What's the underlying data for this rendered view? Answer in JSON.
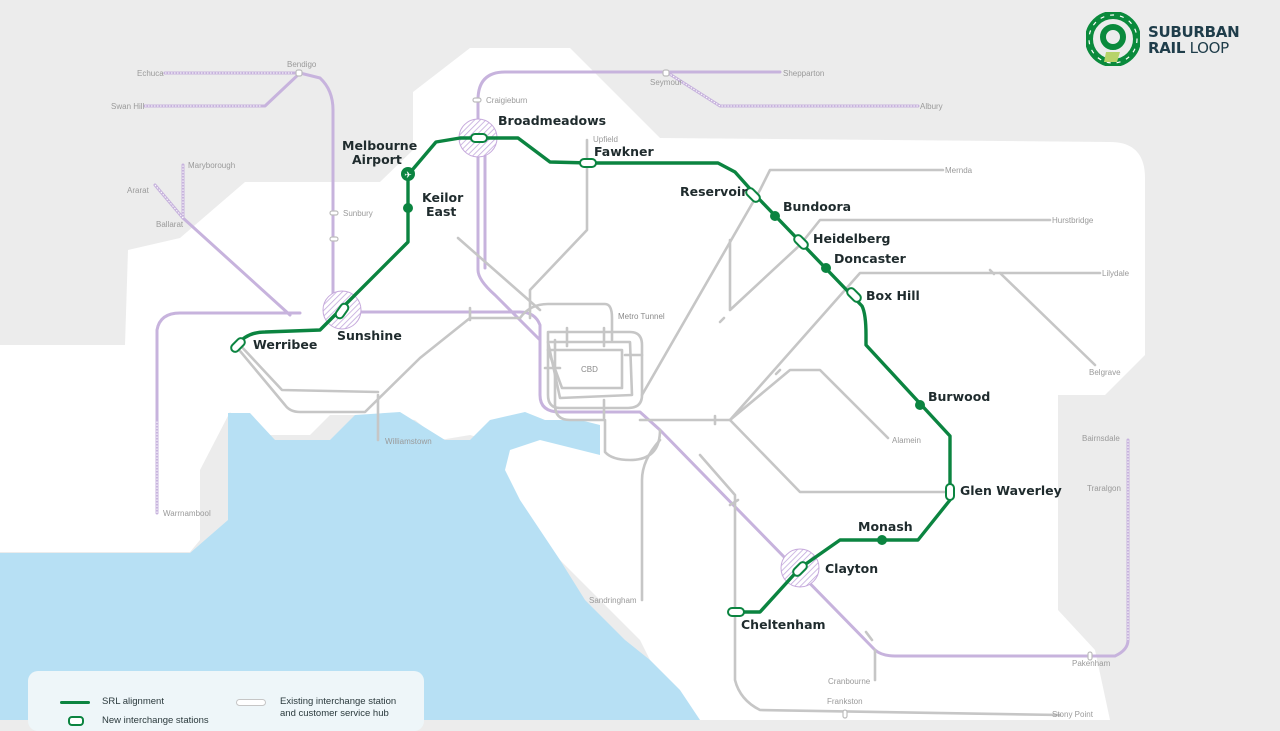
{
  "logo": {
    "line1": "SUBURBAN",
    "line2_bold": "RAIL",
    "line2_light": " LOOP",
    "icon": "srl-roundel-icon",
    "color": "#0a8a3c"
  },
  "colors": {
    "srl": "#0b8440",
    "vline": "#c7b3dd",
    "metro": "#c6c6c6",
    "water": "#b7e0f4",
    "land": "#ffffff",
    "background": "#ececec"
  },
  "cbd_label": "CBD",
  "metro_tunnel_label": "Metro Tunnel",
  "srl_stations": {
    "airport_line1": "Melbourne",
    "airport_line2": "Airport",
    "keilor_line1": "Keilor",
    "keilor_line2": "East",
    "broadmeadows": "Broadmeadows",
    "fawkner": "Fawkner",
    "reservoir": "Reservoir",
    "bundoora": "Bundoora",
    "heidelberg": "Heidelberg",
    "doncaster": "Doncaster",
    "box_hill": "Box Hill",
    "burwood": "Burwood",
    "glen_waverley": "Glen Waverley",
    "monash": "Monash",
    "clayton": "Clayton",
    "cheltenham": "Cheltenham",
    "sunshine": "Sunshine",
    "werribee": "Werribee"
  },
  "terminals": {
    "echuca": "Echuca",
    "bendigo": "Bendigo",
    "swan_hill": "Swan Hill",
    "craigieburn": "Craigieburn",
    "seymour": "Seymour",
    "shepparton": "Shepparton",
    "albury": "Albury",
    "upfield": "Upfield",
    "maryborough": "Maryborough",
    "ararat": "Ararat",
    "ballarat": "Ballarat",
    "sunbury": "Sunbury",
    "mernda": "Mernda",
    "hurstbridge": "Hurstbridge",
    "lilydale": "Lilydale",
    "belgrave": "Belgrave",
    "alamein": "Alamein",
    "williamstown": "Williamstown",
    "warrnambool": "Warrnambool",
    "bairnsdale": "Bairnsdale",
    "traralgon": "Traralgon",
    "sandringham": "Sandringham",
    "cranbourne": "Cranbourne",
    "pakenham": "Pakenham",
    "frankston": "Frankston",
    "stony_point": "Stony Point"
  },
  "legend": {
    "srl_alignment": "SRL alignment",
    "new_interchange": "New interchange stations",
    "existing_interchange_line1": "Existing interchange station",
    "existing_interchange_line2": "and customer service hub"
  }
}
